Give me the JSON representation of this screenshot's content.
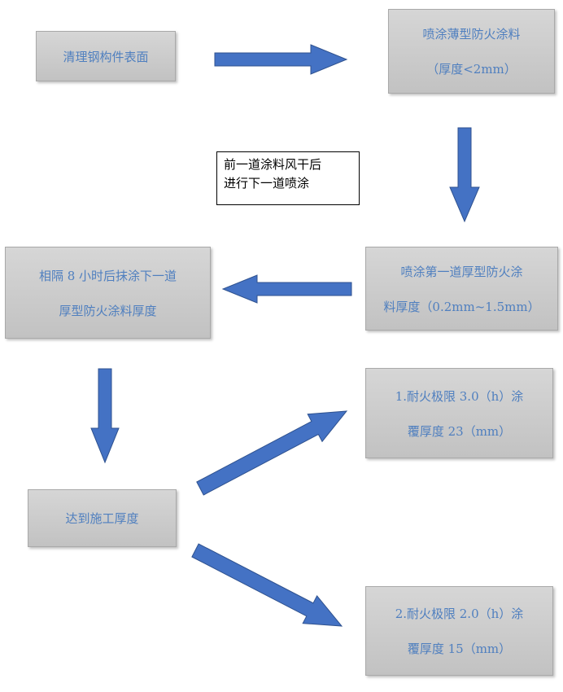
{
  "colors": {
    "box_fill": "#c8c8c8",
    "box_text": "#4f7fbf",
    "arrow_fill": "#4472c4",
    "arrow_stroke": "#2f528f"
  },
  "steps": {
    "clean": {
      "lines": [
        "清理钢构件表面"
      ]
    },
    "thin": {
      "lines": [
        "喷涂薄型防火涂料",
        "（厚度<2mm）"
      ]
    },
    "first_thick": {
      "lines": [
        "喷涂第一道厚型防火涂",
        "料厚度（0.2mm~1.5mm）"
      ]
    },
    "interval": {
      "lines": [
        "相隔 8 小时后抹涂下一道",
        "厚型防火涂料厚度"
      ]
    },
    "reach": {
      "lines": [
        "达到施工厚度"
      ]
    },
    "limit_3": {
      "lines": [
        "1.耐火极限 3.0（h）涂",
        "覆厚度 23（mm）"
      ]
    },
    "limit_2": {
      "lines": [
        "2.耐火极限 2.0（h）涂",
        "覆厚度 15（mm）"
      ]
    }
  },
  "note": {
    "lines": [
      "前一道涂料风干后",
      "进行下一道喷涂"
    ]
  },
  "arrows": [
    {
      "name": "arrow-clean-to-thin",
      "direction": "right"
    },
    {
      "name": "arrow-thin-to-first-thick",
      "direction": "down"
    },
    {
      "name": "arrow-first-thick-to-interval",
      "direction": "left"
    },
    {
      "name": "arrow-interval-to-reach",
      "direction": "down"
    },
    {
      "name": "arrow-reach-to-limit-3",
      "direction": "up-right"
    },
    {
      "name": "arrow-reach-to-limit-2",
      "direction": "down-right"
    }
  ]
}
